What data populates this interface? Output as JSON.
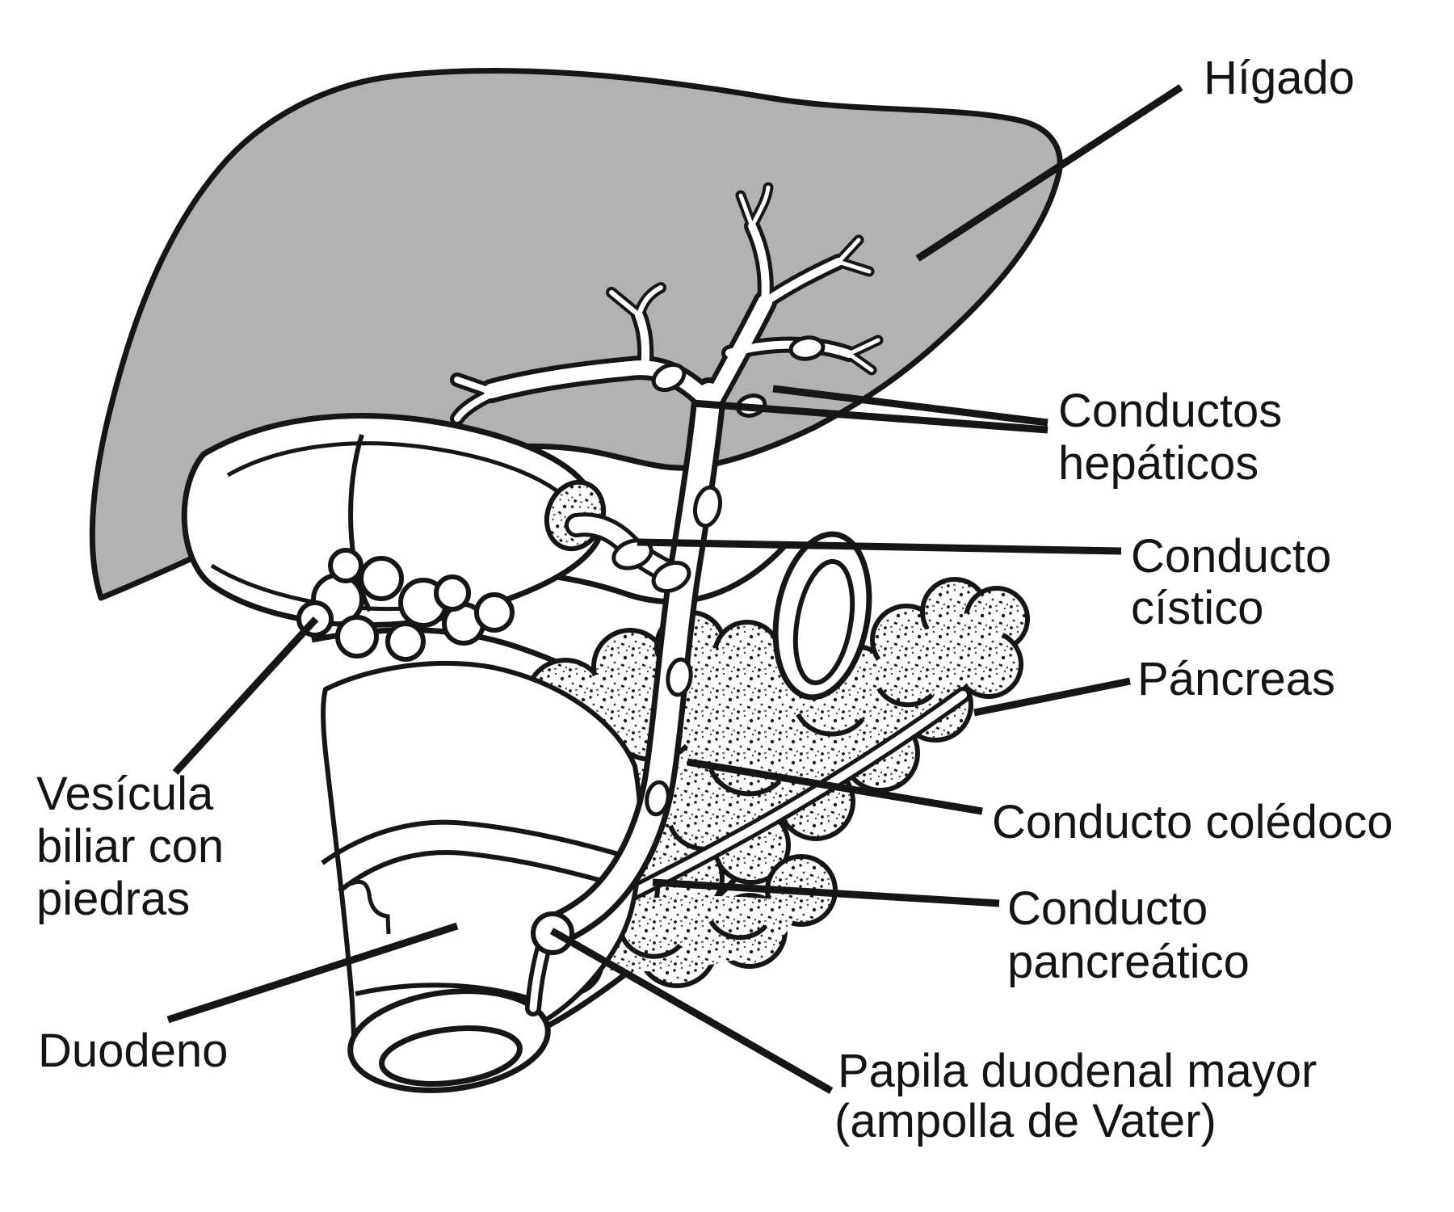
{
  "labels": {
    "higado": "Hígado",
    "conductos_hepaticos_1": "Conductos",
    "conductos_hepaticos_2": "hepáticos",
    "conducto_cistico_1": "Conducto",
    "conducto_cistico_2": "cístico",
    "pancreas": "Páncreas",
    "conducto_coledoco": "Conducto colédoco",
    "conducto_pancreatico_1": "Conducto",
    "conducto_pancreatico_2": "pancreático",
    "papila_1": "Papila duodenal mayor",
    "papila_2": "(ampolla de Vater)",
    "duodeno": "Duodeno",
    "vesicula_1": "Vesícula",
    "vesicula_2": "biliar con",
    "vesicula_3": "piedras"
  },
  "colors": {
    "background": "#ffffff",
    "liver_fill": "#b2b2b2",
    "outline": "#161616",
    "label_text": "#141414"
  }
}
